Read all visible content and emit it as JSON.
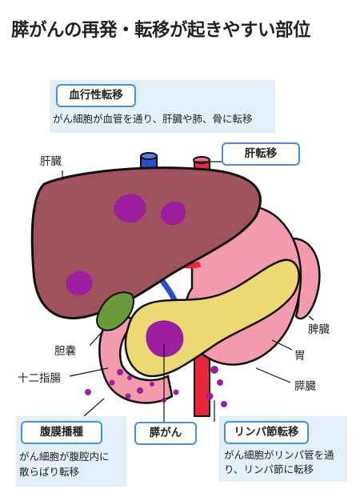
{
  "title": "膵がんの再発・転移が起きやすい部位",
  "callouts": {
    "hematogenous": {
      "label": "血行性転移",
      "desc": "がん細胞が血管を通り、肝臓や肺、骨に転移"
    },
    "liver_metastasis": {
      "label": "肝転移"
    },
    "peritoneal": {
      "label": "腹膜播種",
      "desc_line1": "がん細胞が腹腔内に",
      "desc_line2": "散らばり転移"
    },
    "pancreatic_cancer": {
      "label": "膵がん"
    },
    "lymph": {
      "label": "リンパ節転移",
      "desc_line1": "がん細胞がリンパ管を通",
      "desc_line2": "り、リンパ節に転移"
    }
  },
  "organ_labels": {
    "liver": "肝臓",
    "gallbladder": "胆嚢",
    "duodenum": "十二指腸",
    "spleen": "脾臓",
    "stomach": "胃",
    "pancreas": "膵臓"
  },
  "colors": {
    "liver": "#a0535e",
    "stomach": "#f39aac",
    "pancreas": "#ecd973",
    "cancer": "#9b1f9e",
    "gallbladder": "#6a9a3a",
    "artery": "#e8283a",
    "vein": "#2a4fc8",
    "callout_box": "#e3f0fb",
    "badge_border": "#4a90d9"
  }
}
